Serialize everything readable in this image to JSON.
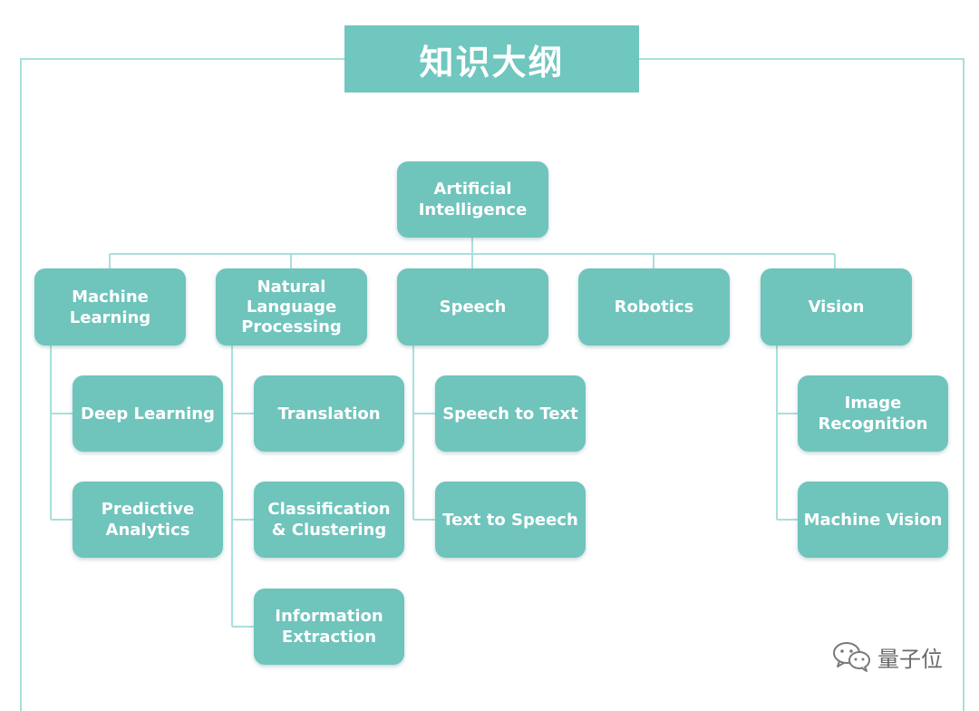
{
  "title": "知识大纲",
  "watermark": {
    "icon": "wechat-icon",
    "text": "量子位"
  },
  "colors": {
    "node": "#6fc4bc",
    "title": "#6fc7bf",
    "line": "#a8e0da",
    "text": "#ffffff"
  },
  "tree": {
    "root": "Artificial\nIntelligence",
    "branches": [
      {
        "label": "Machine\nLearning",
        "children": [
          "Deep Learning",
          "Predictive\nAnalytics"
        ]
      },
      {
        "label": "Natural\nLanguage\nProcessing",
        "children": [
          "Translation",
          "Classification\n& Clustering",
          "Information\nExtraction"
        ]
      },
      {
        "label": "Speech",
        "children": [
          "Speech to Text",
          "Text to Speech"
        ]
      },
      {
        "label": "Robotics",
        "children": []
      },
      {
        "label": "Vision",
        "children": [
          "Image\nRecognition",
          "Machine Vision"
        ]
      }
    ]
  }
}
